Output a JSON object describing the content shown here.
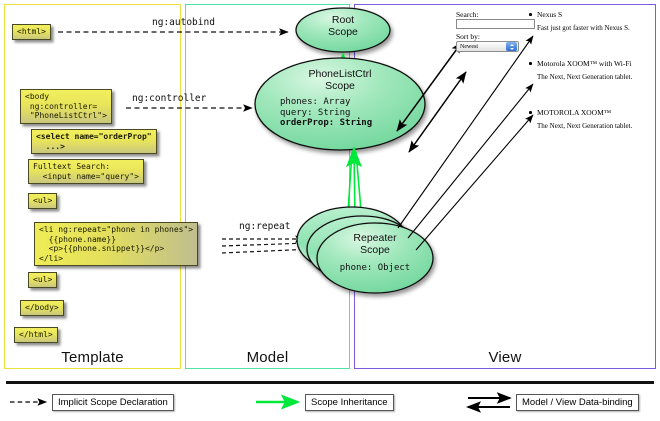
{
  "panels": {
    "template": {
      "title": "Template"
    },
    "model": {
      "title": "Model"
    },
    "view": {
      "title": "View"
    }
  },
  "template": {
    "boxes": [
      {
        "name": "html-open-box",
        "text": "<html>"
      },
      {
        "name": "body-open-box",
        "text": "<body\n ng:controller=\n \"PhoneListCtrl\">"
      },
      {
        "name": "select-box",
        "text": "<select name=\"orderProp\"\n  ...>"
      },
      {
        "name": "fulltext-search-box",
        "text": "Fulltext Search:\n  <input name=\"query\">"
      },
      {
        "name": "ul-open-box",
        "text": "<ul>"
      },
      {
        "name": "li-repeat-box",
        "text": "<li ng:repeat=\"phone in phones\">\n  {{phone.name}}\n  <p>{{phone.snippet}}</p>\n</li>"
      },
      {
        "name": "ul-close-box",
        "text": "<ul>"
      },
      {
        "name": "body-close-box",
        "text": "</body>"
      },
      {
        "name": "html-close-box",
        "text": "</html>"
      }
    ]
  },
  "connectors": {
    "autobind": "ng:autobind",
    "controller": "ng:controller",
    "repeat": "ng:repeat"
  },
  "model": {
    "root_scope": {
      "title_line1": "Root",
      "title_line2": "Scope"
    },
    "phonelist_scope": {
      "title_line1": "PhoneListCtrl",
      "title_line2": "Scope",
      "props": [
        {
          "text": "phones: Array",
          "bold": false
        },
        {
          "text": "query: String",
          "bold": false
        },
        {
          "text": "orderProp: String",
          "bold": true
        }
      ]
    },
    "repeater_scope": {
      "title_line1": "Repeater",
      "title_line2": "Scope",
      "props": [
        {
          "text": "phone: Object",
          "bold": false
        }
      ]
    }
  },
  "view": {
    "search_label": "Search:",
    "search_value": "",
    "sort_label": "Sort by:",
    "sort_selected": "Newest",
    "phones": [
      {
        "name": "Nexus S",
        "snippet": "Fast just got faster with Nexus S."
      },
      {
        "name": "Motorola XOOM™ with Wi-Fi",
        "snippet": "The Next, Next Generation tablet."
      },
      {
        "name": "MOTOROLA XOOM™",
        "snippet": "The Next, Next Generation tablet."
      }
    ]
  },
  "legend": {
    "implicit": "Implicit Scope Declaration",
    "inheritance": "Scope Inheritance",
    "databinding": "Model / View Data-binding"
  },
  "colors": {
    "template_border": "#ece13f",
    "model_border": "#4fe3a6",
    "view_border": "#7b5ce0",
    "inheritance_arrow": "#00e83c",
    "code_box": "#eeea5a"
  }
}
